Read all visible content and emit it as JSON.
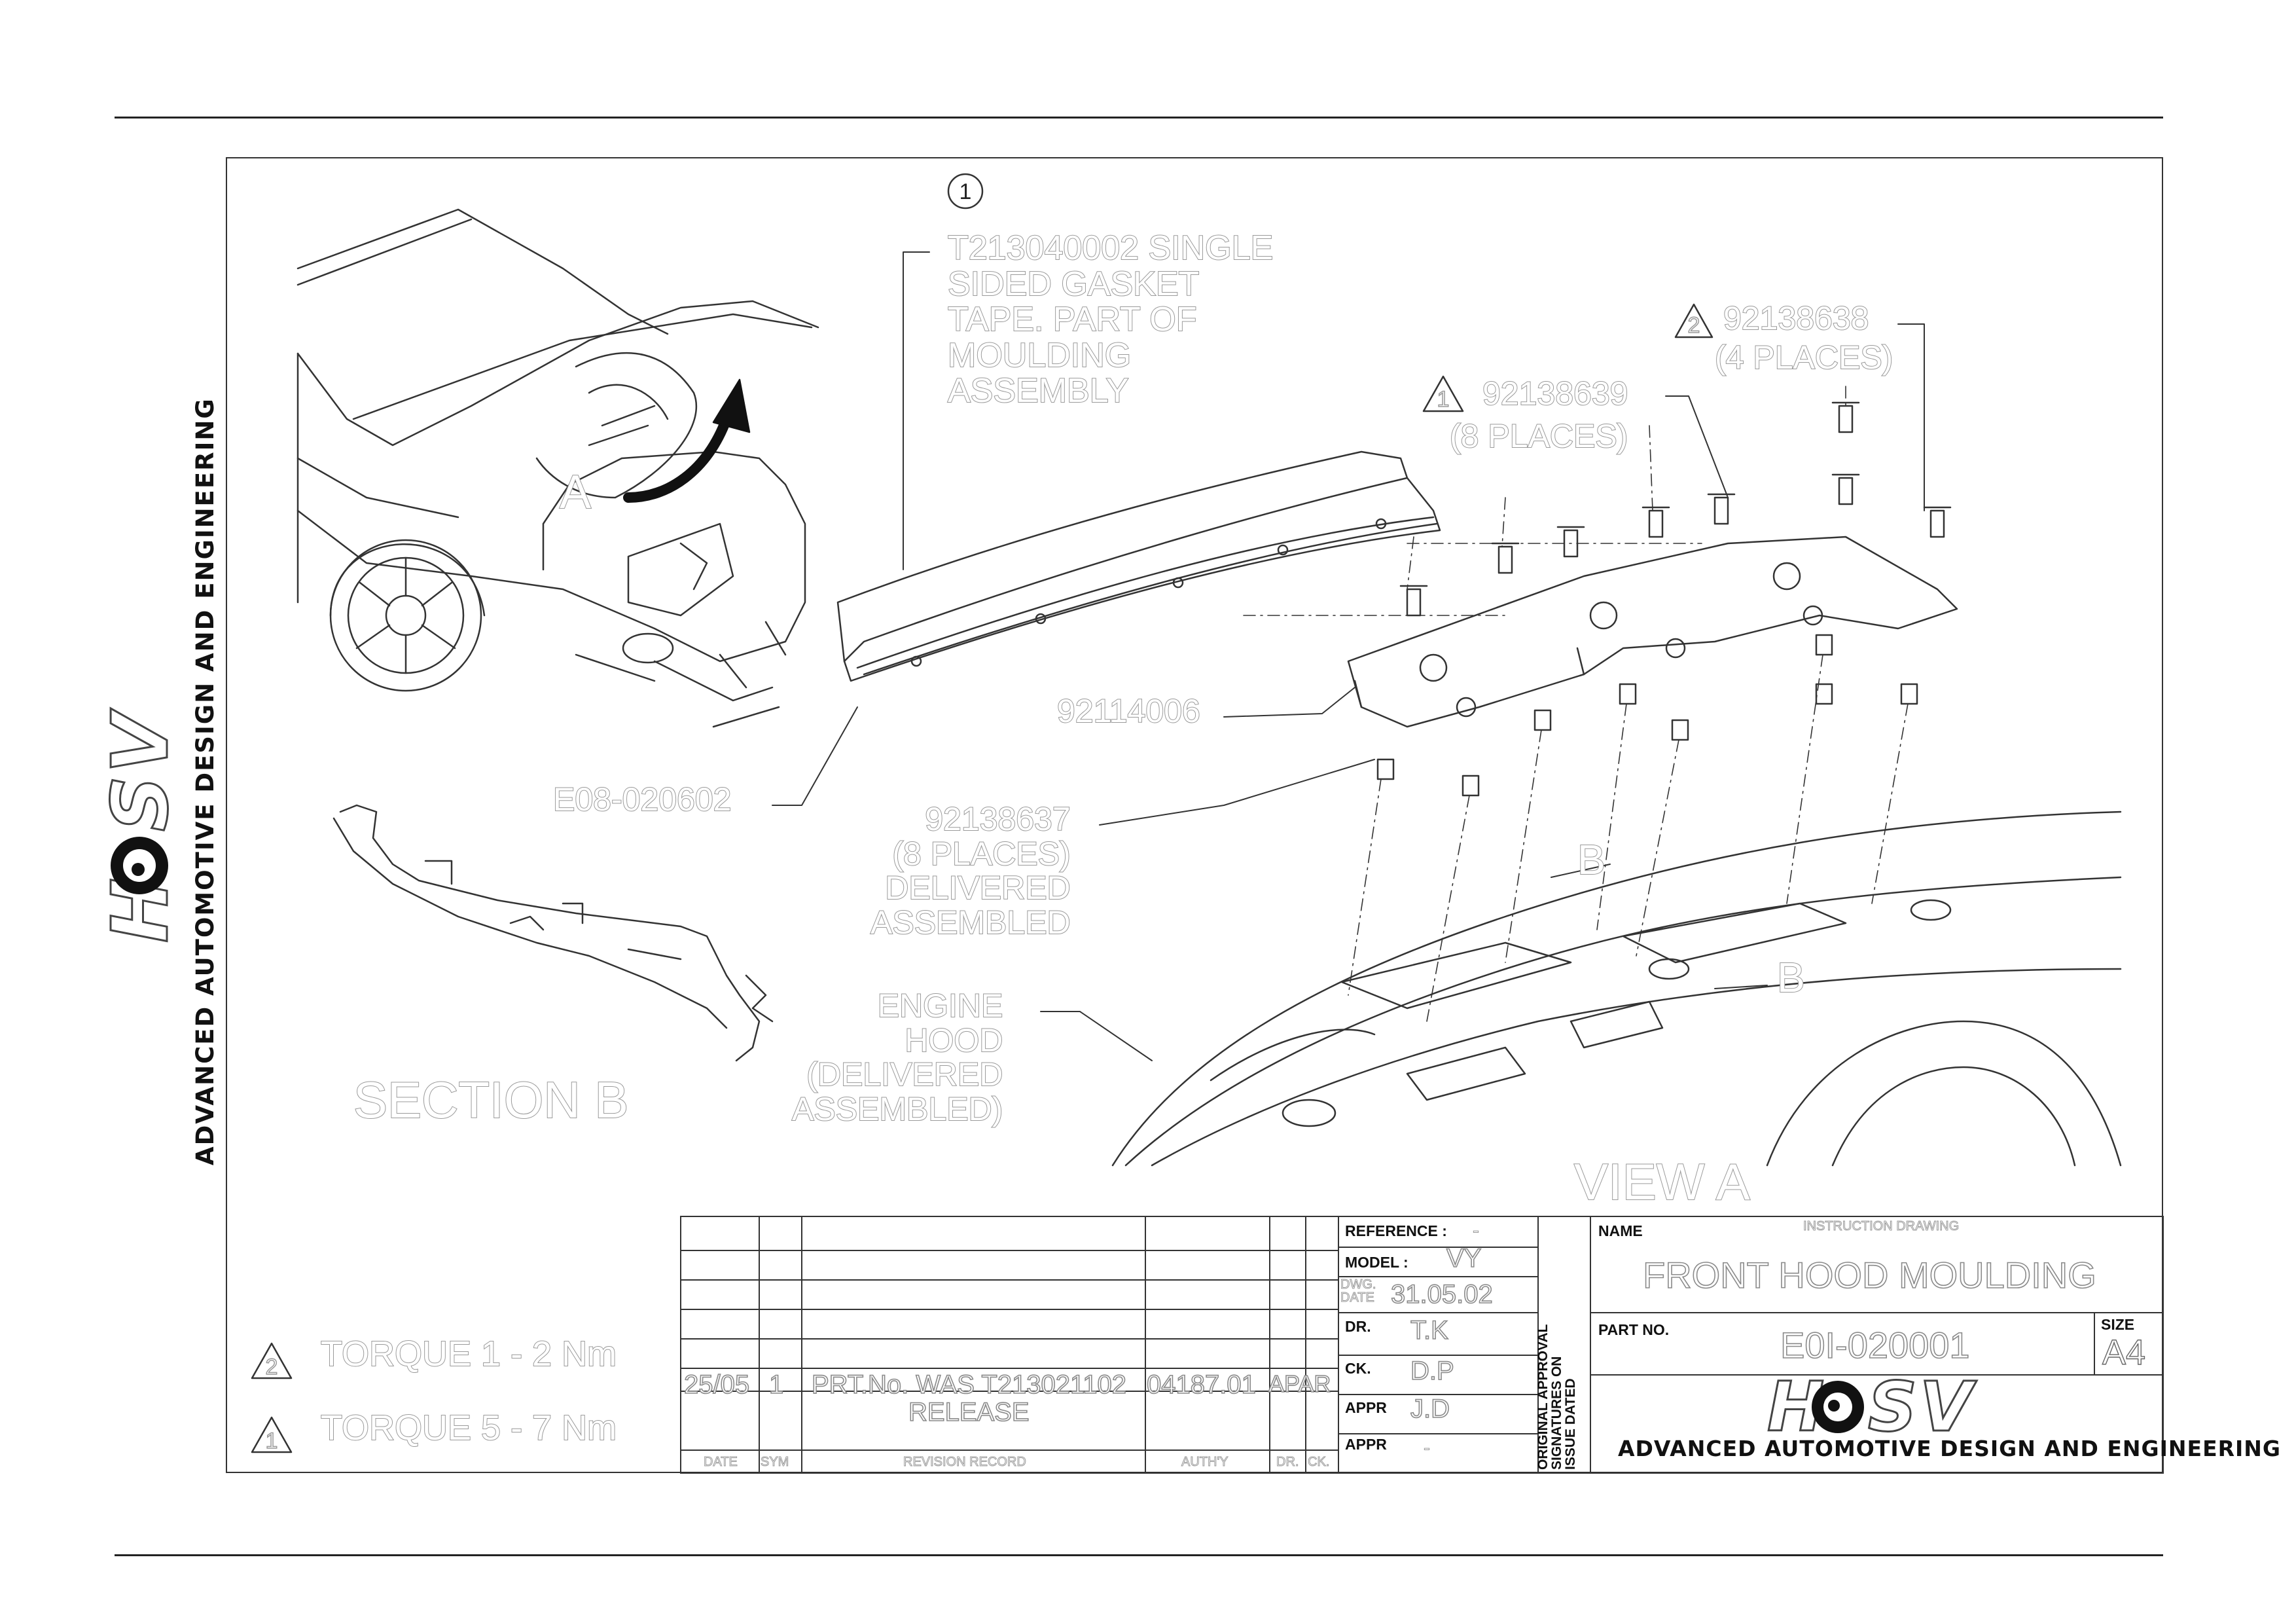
{
  "callouts": {
    "item_number": "1",
    "gasket_tape": "T213040002 SINGLE\nSIDED GASKET\nTAPE. PART OF\nMOULDING\nASSEMBLY",
    "bolt_2": "92138638",
    "bolt_2_places": "(4 PLACES)",
    "bolt_2_triangle": "2",
    "bolt_1": "92138639",
    "bolt_1_places": "(8 PLACES)",
    "bolt_1_triangle": "1",
    "bracket": "92114006",
    "moulding": "E08-020602",
    "nut_insert": "92138637\n(8 PLACES)\nDELIVERED\nASSEMBLED",
    "engine_hood": "ENGINE\nHOOD\n(DELIVERED\nASSEMBLED)",
    "view_a_marker": "A",
    "section_b_marker_1": "B",
    "section_b_marker_2": "B",
    "section_b_title": "SECTION B",
    "view_a_title": "VIEW A"
  },
  "torque_notes": [
    {
      "triangle": "2",
      "text": "TORQUE 1 - 2 Nm"
    },
    {
      "triangle": "1",
      "text": "TORQUE 5 - 7 Nm"
    }
  ],
  "side_brand": {
    "company": "ADVANCED AUTOMOTIVE DESIGN AND ENGINEERING",
    "logo": "HSV"
  },
  "title_block": {
    "reference_label": "REFERENCE :",
    "reference_value": "-",
    "model_label": "MODEL :",
    "model_value": "VY",
    "dwg_date_label": "DWG.\nDATE",
    "dwg_date_value": "31.05.02",
    "dr_label": "DR.",
    "dr_value": "T.K",
    "ck_label": "CK.",
    "ck_value": "D.P",
    "appr1_label": "APPR",
    "appr1_value": "J.D",
    "appr2_label": "APPR",
    "appr2_value": "-",
    "approval_note": "ORIGINAL APPROVAL\nSIGNATURES ON\nISSUE DATED",
    "name_label": "NAME",
    "name_sub": "INSTRUCTION DRAWING",
    "name_value": "FRONT HOOD MOULDING",
    "part_no_label": "PART NO.",
    "part_no_value": "E0I-020001",
    "size_label": "SIZE",
    "size_value": "A4",
    "company": "ADVANCED AUTOMOTIVE DESIGN AND ENGINEERING",
    "logo": "HSV"
  },
  "revision": {
    "headers": [
      "DATE",
      "SYM",
      "REVISION RECORD",
      "AUTH'Y",
      "DR.",
      "CK."
    ],
    "row": {
      "date": "25/05",
      "sym": "1",
      "record_line1": "PRT.No. WAS T213021102",
      "record_line2": "RELEASE",
      "auth": "04187.01",
      "dr": "APAR"
    }
  }
}
